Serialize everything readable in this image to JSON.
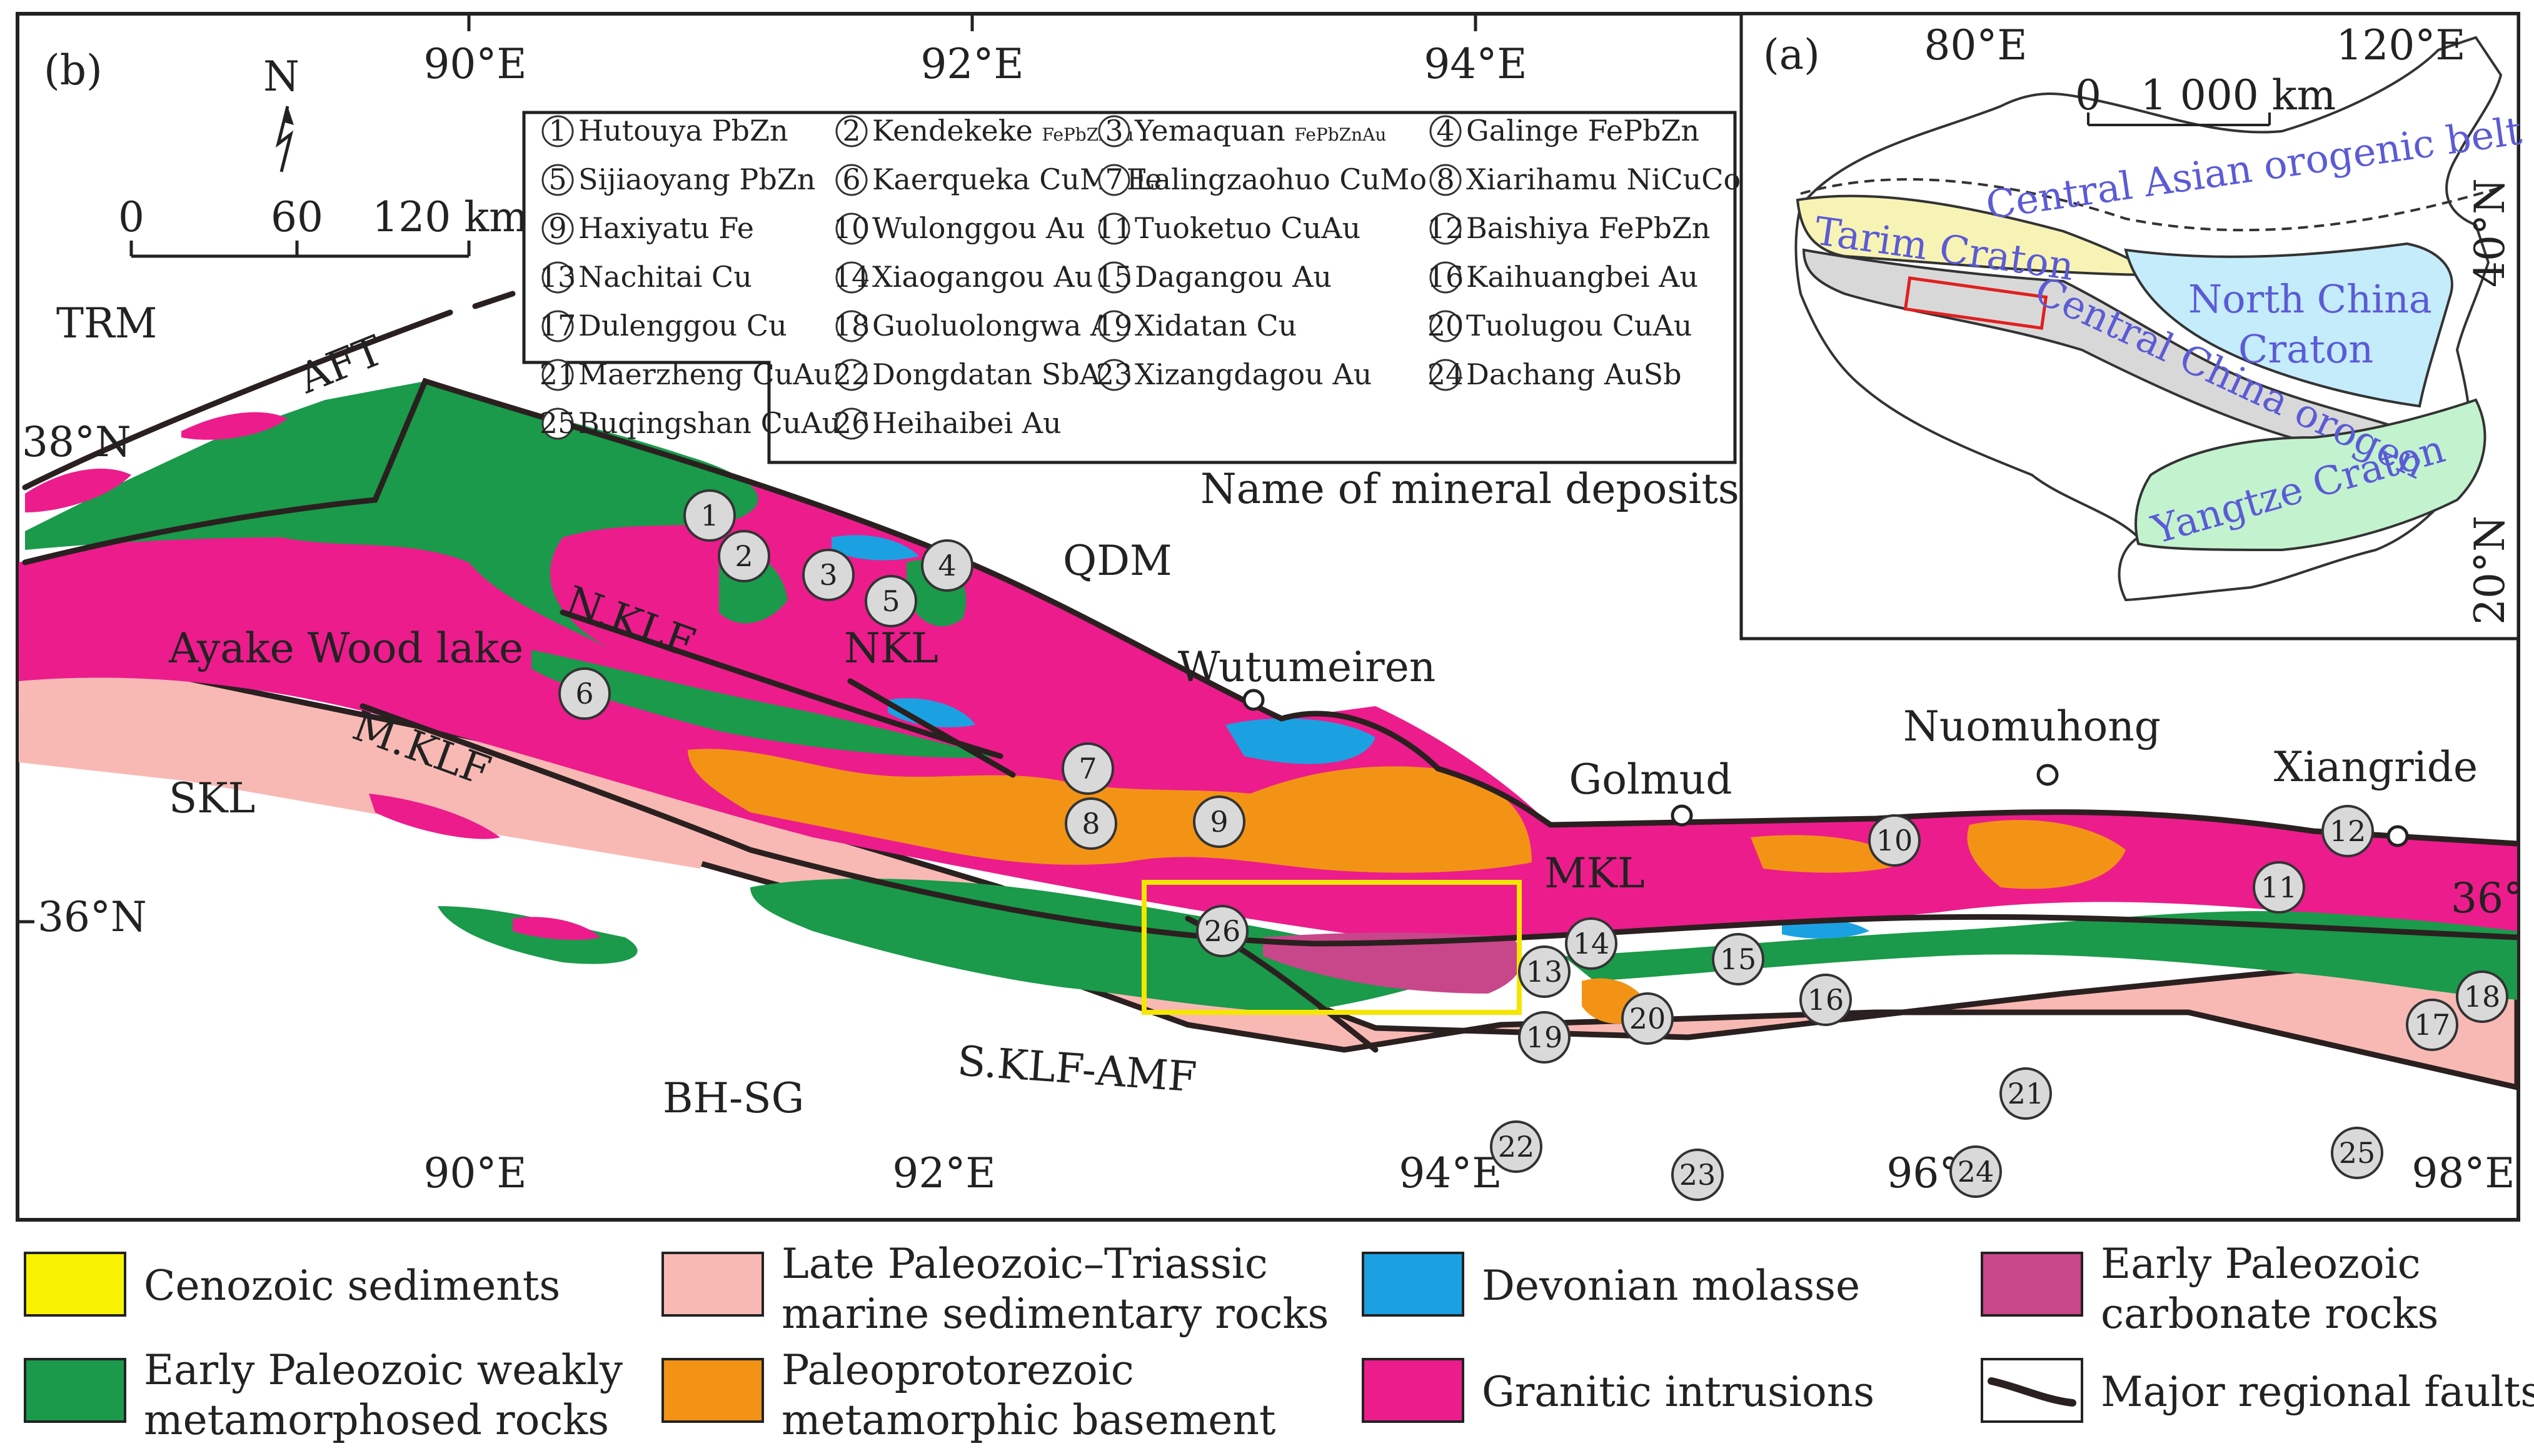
{
  "panel_b": {
    "label": "(b)",
    "north": "N",
    "scale": {
      "tick0": "0",
      "tick1": "60",
      "tick2": "120 km"
    },
    "top_lon": [
      "90°E",
      "92°E",
      "94°E"
    ],
    "bottom_lon": [
      "90°E",
      "92°E",
      "94°E",
      "96°E",
      "98°E"
    ],
    "lat": [
      "38°N",
      "36°N",
      "36°"
    ],
    "regions": {
      "trm": "TRM",
      "aft": "AFT",
      "qdm": "QDM",
      "skl": "SKL",
      "bhsg": "BH-SG",
      "mkl": "MKL",
      "nkl": "NKL",
      "nklf": "N.KLF",
      "mklf": "M.KLF",
      "sklf": "S.KLF-AMF",
      "lake": "Ayake Wood lake"
    },
    "towns": [
      "Wutumeiren",
      "Golmud",
      "Nuomuhong",
      "Xiangride"
    ],
    "deposit_box_title": "Name of mineral deposits",
    "deposits": [
      {
        "n": "1",
        "name": "Hutouya PbZn"
      },
      {
        "n": "2",
        "name": "Kendekeke",
        "sub": "FePbZnAu"
      },
      {
        "n": "3",
        "name": "Yemaquan",
        "sub": "FePbZnAu"
      },
      {
        "n": "4",
        "name": "Galinge FePbZn"
      },
      {
        "n": "5",
        "name": "Sijiaoyang PbZn"
      },
      {
        "n": "6",
        "name": "Kaerqueka CuMoFe"
      },
      {
        "n": "7",
        "name": "Lalingzaohuo CuMo"
      },
      {
        "n": "8",
        "name": "Xiarihamu NiCuCo"
      },
      {
        "n": "9",
        "name": "Haxiyatu Fe"
      },
      {
        "n": "10",
        "name": "Wulonggou Au"
      },
      {
        "n": "11",
        "name": "Tuoketuo CuAu"
      },
      {
        "n": "12",
        "name": "Baishiya FePbZn"
      },
      {
        "n": "13",
        "name": "Nachitai Cu"
      },
      {
        "n": "14",
        "name": "Xiaogangou Au"
      },
      {
        "n": "15",
        "name": "Dagangou Au"
      },
      {
        "n": "16",
        "name": "Kaihuangbei Au"
      },
      {
        "n": "17",
        "name": "Dulenggou Cu"
      },
      {
        "n": "18",
        "name": "Guoluolongwa Au"
      },
      {
        "n": "19",
        "name": "Xidatan Cu"
      },
      {
        "n": "20",
        "name": "Tuolugou CuAu"
      },
      {
        "n": "21",
        "name": "Maerzheng CuAu"
      },
      {
        "n": "22",
        "name": "Dongdatan SbAu"
      },
      {
        "n": "23",
        "name": "Xizangdagou Au"
      },
      {
        "n": "24",
        "name": "Dachang AuSb"
      },
      {
        "n": "25",
        "name": "Buqingshan CuAu"
      },
      {
        "n": "26",
        "name": "Heihaibei Au"
      }
    ]
  },
  "panel_a": {
    "label": "(a)",
    "lon": [
      "80°E",
      "120°E"
    ],
    "lat": [
      "40°N",
      "20°N"
    ],
    "scale": {
      "tick0": "0",
      "tick1": "1 000 km"
    },
    "units": [
      "Central Asian orogenic belt",
      "Tarim Craton",
      "North China",
      "Craton",
      "Central China orogen",
      "Yangtze Craton"
    ]
  },
  "legend": [
    {
      "color": "#f9f200",
      "line1": "Cenozoic sediments",
      "line2": ""
    },
    {
      "color": "#f8b9b4",
      "line1": "Late Paleozoic–Triassic",
      "line2": "marine sedimentary rocks"
    },
    {
      "color": "#1ba1e2",
      "line1": "Devonian molasse",
      "line2": ""
    },
    {
      "color": "#c8468a",
      "line1": "Early Paleozoic",
      "line2": "carbonate rocks"
    },
    {
      "color": "#1a9a4a",
      "line1": "Early Paleozoic weakly",
      "line2": "metamorphosed rocks"
    },
    {
      "color": "#f39316",
      "line1": "Paleoprotorezoic",
      "line2": "metamorphic basement"
    },
    {
      "color": "#ec1c8c",
      "line1": "Granitic intrusions",
      "line2": ""
    },
    {
      "color": "line",
      "line1": "Major regional faults",
      "line2": ""
    }
  ],
  "colors": {
    "cenozoic": "#f9f200",
    "late_pz": "#f8b9b4",
    "devonian": "#1ba1e2",
    "carbonate": "#c8468a",
    "early_pz": "#1a9a4a",
    "basement": "#f39316",
    "granite": "#ec1c8c",
    "fault": "#2b2020",
    "study_box": "#f5e600",
    "inset_box": "#e02020",
    "tarim": "#f7f3b5",
    "north_china": "#c4ecfa",
    "central_orogen": "#d8d8d8",
    "yangtze": "#c3f2cf",
    "blue_label": "#5b5bd6"
  }
}
